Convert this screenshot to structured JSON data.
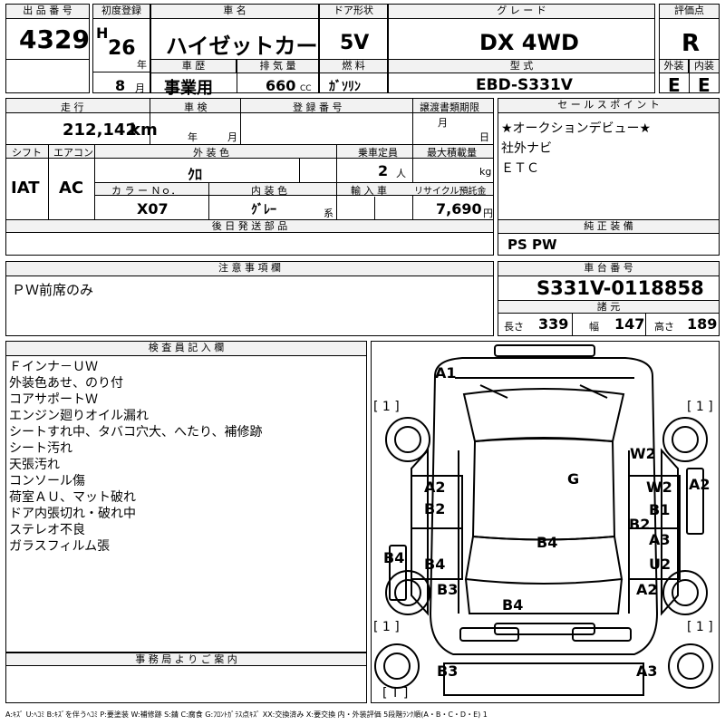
{
  "header": {
    "lot_label": "出 品 番 号",
    "lot_number": "4329",
    "first_reg_label": "初度登録",
    "era_letter": "H",
    "year": "26",
    "year_unit": "年",
    "month": "8",
    "month_unit": "月",
    "car_name_label": "車 名",
    "car_name": "ハイゼットカーゴ",
    "history_label": "車 歴",
    "history": "事業用",
    "displacement_label": "排 気 量",
    "displacement": "660",
    "displacement_unit": "CC",
    "doors_label": "ドア形状",
    "doors": "5V",
    "fuel_label": "燃 料",
    "fuel": "ｶﾞｿﾘﾝ",
    "grade_label": "グ レ ー ド",
    "grade": "DX 4WD",
    "model_label": "型 式",
    "model": "EBD-S331V",
    "score_label": "評価点",
    "score": "R",
    "exterior_label": "外装",
    "exterior": "E",
    "interior_label": "内装",
    "interior": "E"
  },
  "row2": {
    "mileage_label": "走 行",
    "mileage": "212,142",
    "mileage_unit": "km",
    "inspection_label": "車 検",
    "inspection_year_unit": "年",
    "inspection_month_unit": "月",
    "reg_no_label": "登 録 番 号",
    "transfer_label": "譲渡書類期限",
    "transfer_month_unit": "月",
    "transfer_day_unit": "日",
    "shift_label": "シフト",
    "shift": "IAT",
    "ac_label": "エアコン",
    "ac": "AC",
    "ext_color_label": "外 装 色",
    "ext_color": "ｸﾛ",
    "capacity_label": "乗車定員",
    "capacity": "2",
    "capacity_unit": "人",
    "max_load_label": "最大積載量",
    "max_load_unit": "kg",
    "color_no_label": "カ ラ ー Ｎｏ．",
    "color_no": "X07",
    "int_color_label": "内 装 色",
    "int_color": "ｸﾞﾚｰ",
    "int_color_unit": "系",
    "import_label": "輸 入 車",
    "recycle_label": "リサイクル預託金",
    "recycle": "7,690",
    "recycle_unit": "円",
    "later_parts_label": "後 日 発 送 部 品"
  },
  "sales_points": {
    "label": "セ ー ル ス ポ イ ン ト",
    "lines": [
      "★オークションデビュー★",
      "社外ナビ",
      "ＥＴＣ"
    ]
  },
  "genuine": {
    "label": "純 正 装 備",
    "value": "PS PW"
  },
  "caution": {
    "label": "注 意 事 項 欄",
    "value": "ＰＷ前席のみ"
  },
  "chassis": {
    "label": "車 台 番 号",
    "value": "S331V-0118858",
    "dims_label": "諸 元",
    "length_label": "長さ",
    "length": "339",
    "width_label": "幅",
    "width": "147",
    "height_label": "高さ",
    "height": "189"
  },
  "inspector": {
    "label": "検 査 員 記 入 欄",
    "notes": [
      "Ｆインナ－ＵＷ",
      "外装色あせ、のり付",
      "コアサポートＷ",
      "エンジン廻りオイル漏れ",
      "シートすれ中、タバコ穴大、へたり、補修跡",
      "シート汚れ",
      "天張汚れ",
      "コンソール傷",
      "荷室ＡＵ、マット破れ",
      "ドア内張切れ・破れ中",
      "ステレオ不良",
      "ガラスフィルム張"
    ]
  },
  "office": {
    "label": "事 務 局 よ り ご 案 内"
  },
  "diagram": {
    "codes": [
      {
        "id": "a1-top",
        "text": "A1"
      },
      {
        "id": "g-roof",
        "text": "G"
      },
      {
        "id": "w2-right-top",
        "text": "W2"
      },
      {
        "id": "w2-right",
        "text": "W2"
      },
      {
        "id": "a2-far-right",
        "text": "A2"
      },
      {
        "id": "b1-right",
        "text": "B1"
      },
      {
        "id": "b2-right",
        "text": "B2"
      },
      {
        "id": "a3-right",
        "text": "A3"
      },
      {
        "id": "u2-right",
        "text": "U2"
      },
      {
        "id": "a2-right-lower",
        "text": "A2"
      },
      {
        "id": "a2-left",
        "text": "A2"
      },
      {
        "id": "b2-left",
        "text": "B2"
      },
      {
        "id": "b4-left-edge",
        "text": "B4"
      },
      {
        "id": "b4-left",
        "text": "B4"
      },
      {
        "id": "b4-center",
        "text": "B4"
      },
      {
        "id": "b3-left",
        "text": "B3"
      },
      {
        "id": "b4-bottom",
        "text": "B4"
      },
      {
        "id": "b3-bottom-left",
        "text": "B3"
      },
      {
        "id": "a3-bottom-right",
        "text": "A3"
      }
    ],
    "tires": {
      "fl": "[ 1 ]",
      "fr": "[ 1 ]",
      "rl": "[ 1 ]",
      "rr": "[ 1 ]",
      "spare": "[ T ]"
    }
  },
  "legend": "A:ｷｽﾞ U:ﾍｺﾐ B:ｷｽﾞを伴うﾍｺﾐ P:要塗装 W:補修跡 S:錆 C:腐食 G:ﾌﾛﾝﾄｶﾞﾗｽ点ｷｽﾞ XX:交換済み X:要交換 内・外装評価 5段階ﾗﾝｸ順(A・B・C・D・E) 1"
}
